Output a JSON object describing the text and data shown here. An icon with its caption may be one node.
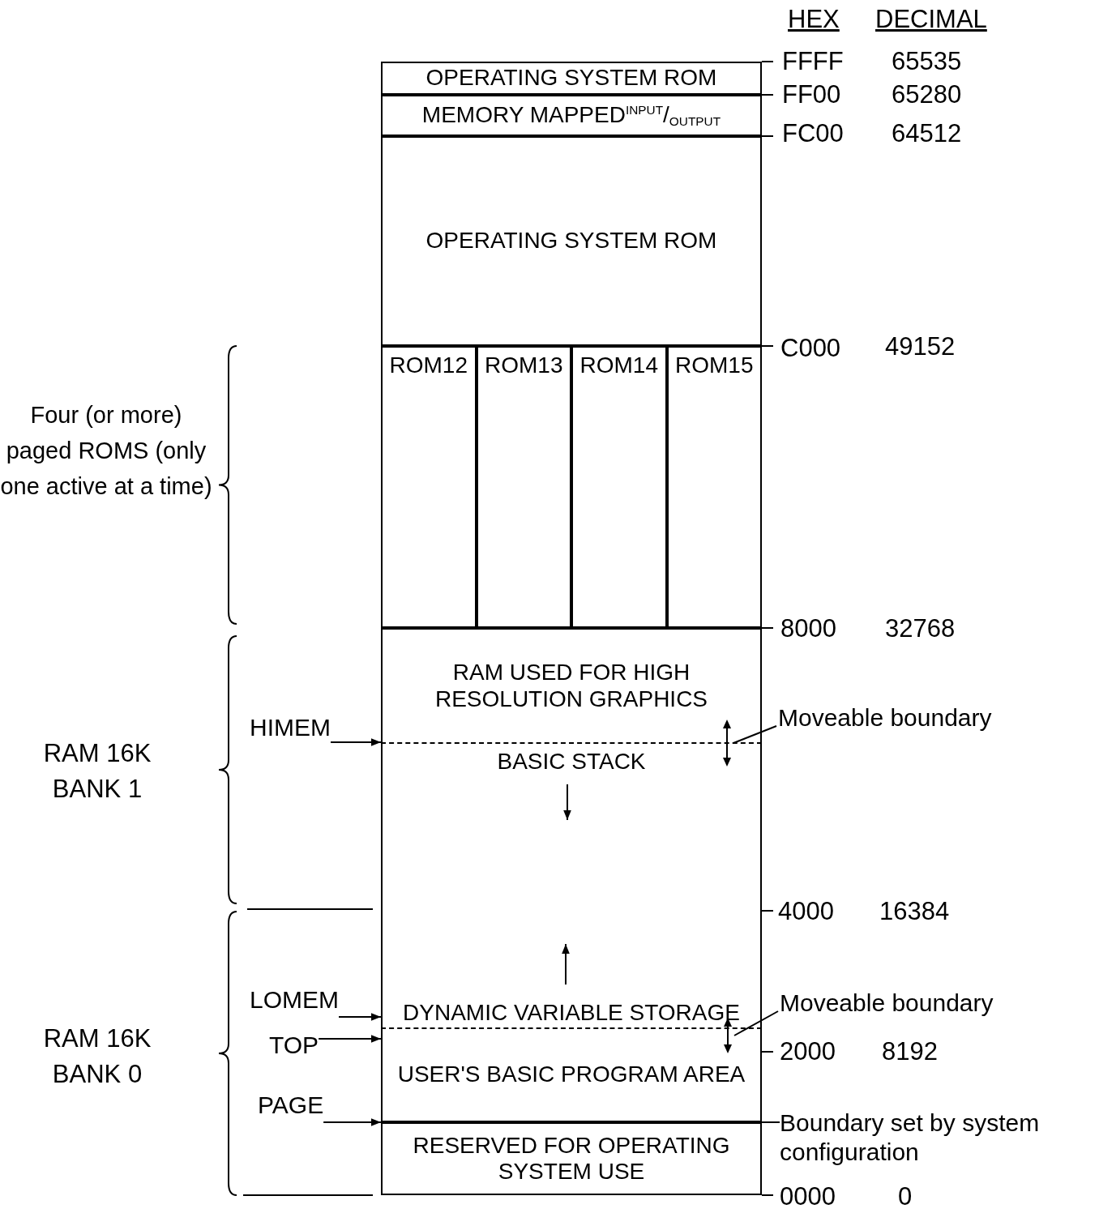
{
  "diagram": {
    "nodes": [
      {
        "text": [
          "OPERATING SYSTEM ROM"
        ]
      },
      {
        "text": [
          "MEMORY MAPPED$^{INPUT}$/$_{OUTPUT}$"
        ]
      },
      {
        "text": [
          "OPERATING SYSTEM ROM"
        ]
      },
      {
        "text": [
          "ROM12"
        ]
      },
      {
        "text": [
          "ROM13"
        ]
      },
      {
        "text": [
          "ROM14"
        ]
      },
      {
        "text": [
          "ROM15"
        ]
      },
      {
        "text": [
          "RAM USED FOR HIGH RESOLUTION GRAPHICS"
        ]
      },
      {
        "text": [
          "BASIC STACK",
          "DYNAMIC VARIABLE STORAGE"
        ]
      },
      {
        "text": [
          "USER'S BASIC PROGRAM AREA"
        ]
      },
      {
        "text": [
          "RESERVED FOR OPERATING SYSTEM USE"
        ]
      },
      {
        "text": [
          "HIMEM"
        ]
      },
      {
        "text": [
          "Moveable boundary"
        ]
      },
      {
        "text": [
          "LOMEM"
        ]
      },
      {
        "text": [
          "Moveable boundary"
        ]
      },
      {
        "text": [
          "TOP"
        ]
      },
      {
        "text": [
          "PAGE"
        ]
      },
      {
        "text": [
          "Boundary set by system configuration"
        ]
      },
      {
        "text": [],
        "shape": "arrow"
      },
      {
        "text": [],
        "shape": "arrow"
      }
    ],
    "edges": [
      {
        "from": 11,
        "to": 8,
        "arrow": "to"
      },
      {
        "from": 12,
        "to": 18,
        "arrow": "none"
      },
      {
        "from": 13,
        "to": 8,
        "arrow": "to"
      },
      {
        "from": 14,
        "to": 19,
        "arrow": "none"
      },
      {
        "from": 15,
        "to": 9,
        "arrow": "to"
      },
      {
        "from": 16,
        "to": 10,
        "arrow": "to"
      },
      {
        "from": 17,
        "to": 10,
        "arrow": "none"
      }
    ],
    "labels": [
      "HEX",
      "DECIMAL",
      "FFFF",
      "65535",
      "FF00",
      "65280",
      "FC00",
      "64512",
      "C000",
      "49152",
      "8000",
      "32768",
      "4000",
      "16384",
      "2000",
      "8192",
      "0000",
      "0",
      "Four (or more) paged ROMS (only one active at a time)",
      "RAM 16K BANK 1",
      "RAM 16K BANK 0"
    ]
  }
}
